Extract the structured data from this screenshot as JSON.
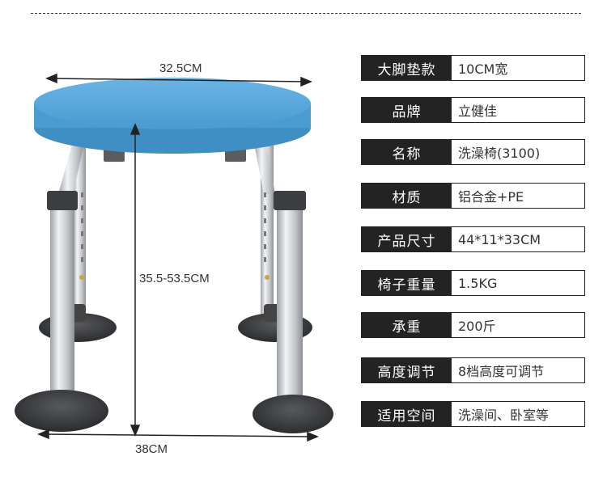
{
  "dimensions": {
    "seat_width": "32.5CM",
    "height_range": "35.5-53.5CM",
    "base_width": "38CM"
  },
  "specs": [
    {
      "key": "大脚垫款",
      "value": "10CM宽"
    },
    {
      "key": "品牌",
      "value": "立健佳"
    },
    {
      "key": "名称",
      "value": "洗澡椅(3100)"
    },
    {
      "key": "材质",
      "value": "铝合金+PE"
    },
    {
      "key": "产品尺寸",
      "value": "44*11*33CM"
    },
    {
      "key": "椅子重量",
      "value": "1.5KG"
    },
    {
      "key": "承重",
      "value": "200斤"
    },
    {
      "key": "高度调节",
      "value": "8档高度可调节"
    },
    {
      "key": "适用空间",
      "value": "洗澡间、卧室等"
    }
  ],
  "colors": {
    "seat": "#5aa9dc",
    "seat_edge": "#3f8fc4",
    "leg": "#c9ccd0",
    "foot": "#3a3b3d",
    "header_bg": "#232323"
  }
}
